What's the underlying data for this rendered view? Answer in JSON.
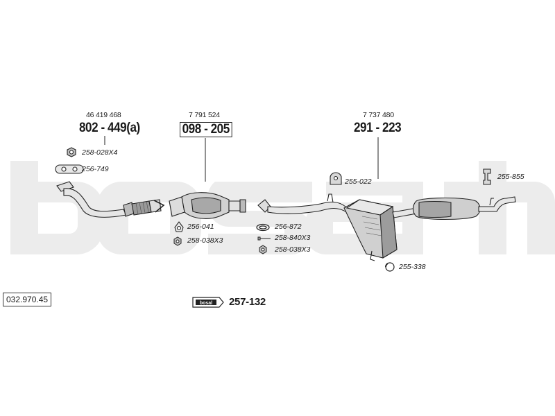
{
  "doc_number": "032.970.45",
  "groups": [
    {
      "ref": "46 419 468",
      "part": "802 - 449(a)",
      "boxed": false
    },
    {
      "ref": "7 791 524",
      "part": "098 - 205",
      "boxed": true
    },
    {
      "ref": "7 737 480",
      "part": "291 - 223",
      "boxed": false
    }
  ],
  "accessories": {
    "a1": "258-028X4",
    "a2": "256-749",
    "a3": "256-041",
    "a4": "258-038X3",
    "a5": "255-022",
    "a6": "256-872",
    "a7": "258-840X3",
    "a8": "258-038X3",
    "a9": "255-338",
    "a10": "255-855"
  },
  "mounting_kit": {
    "logo": "bosal",
    "part": "257-132"
  },
  "watermark": "bosal",
  "colors": {
    "watermark": "#ececec",
    "line": "#222222",
    "part_fill": "#cfcfcf",
    "part_dark": "#8a8a8a"
  }
}
